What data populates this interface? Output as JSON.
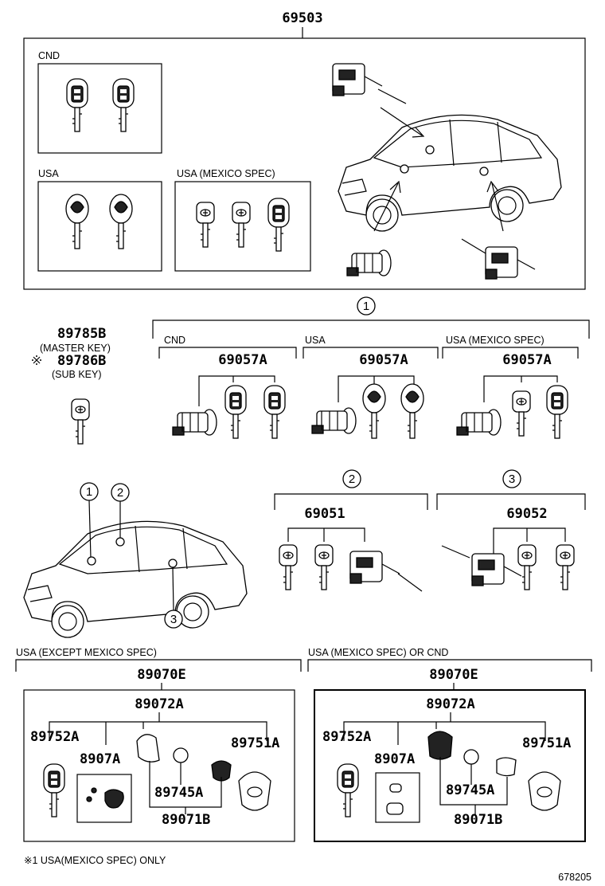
{
  "parts": {
    "top_assembly": "69503",
    "master_key": "89785B",
    "master_key_note": "(MASTER KEY)",
    "sub_key": "89786B",
    "sub_key_note": "(SUB KEY)",
    "sub_key_mark": "※1",
    "lock_set_cnd": "69057A",
    "lock_set_usa": "69057A",
    "lock_set_mexico": "69057A",
    "door_lock_set": "69051",
    "back_door_lock_set": "69052",
    "transmitter_left": "89070E",
    "transmitter_right": "89070E",
    "transmitter_sub_left": "89072A",
    "transmitter_sub_right": "89072A",
    "key_plate_left": "89752A",
    "key_plate_right": "89752A",
    "housing_left": "89751A",
    "housing_right": "89751A",
    "button_left": "8907A",
    "button_right": "8907A",
    "battery_left": "89745A",
    "battery_right": "89745A",
    "board_left": "89071B",
    "board_right": "89071B"
  },
  "regions": {
    "cnd": "CND",
    "usa": "USA",
    "usa_mexico": "USA (MEXICO SPEC)",
    "cnd_2": "CND",
    "usa_2": "USA",
    "usa_mexico_2": "USA (MEXICO SPEC)",
    "usa_except_mexico": "USA (EXCEPT MEXICO SPEC)",
    "usa_mexico_or_cnd": "USA (MEXICO SPEC)  OR CND"
  },
  "callouts": {
    "c1": "1",
    "c2": "2",
    "c3": "3",
    "car_c1": "1",
    "car_c2": "2",
    "car_c3": "3"
  },
  "footnote": "※1 USA(MEXICO SPEC) ONLY",
  "diagram_id": "678205"
}
